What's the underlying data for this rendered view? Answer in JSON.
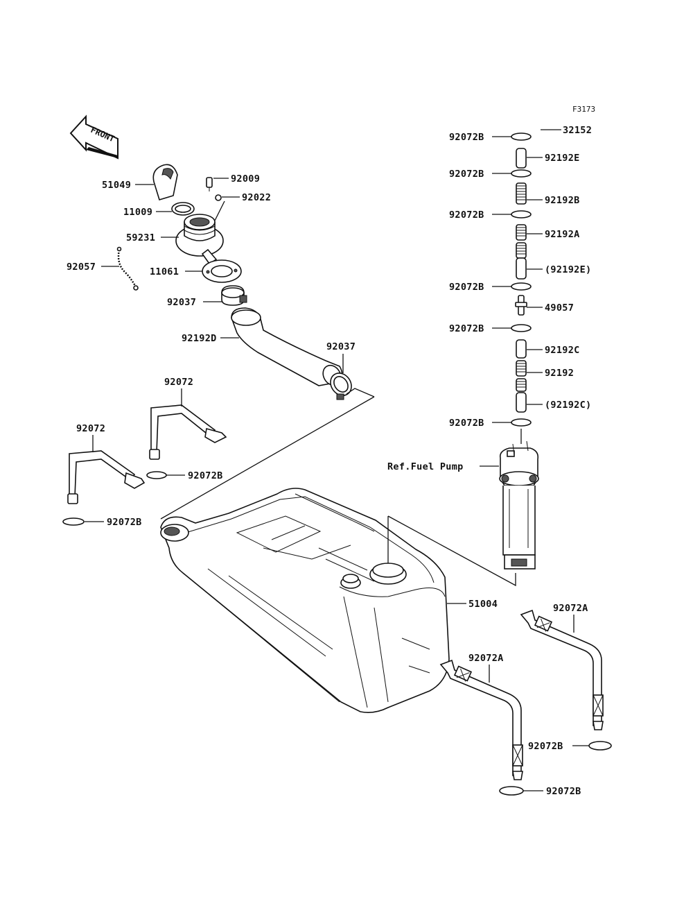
{
  "diagram": {
    "code": "F3173",
    "front_label": "FRONT",
    "labels": {
      "p32152": "32152",
      "p92072b_1": "92072B",
      "p92192e": "92192E",
      "p92072b_2": "92072B",
      "p92192b": "92192B",
      "p92072b_3": "92072B",
      "p92192a": "92192A",
      "p92192e_ref": "(92192E)",
      "p92072b_4": "92072B",
      "p49057": "49057",
      "p92072b_5": "92072B",
      "p92192c": "92192C",
      "p92192": "92192",
      "p92192c_ref": "(92192C)",
      "p92072b_6": "92072B",
      "ref_fuel_pump": "Ref.Fuel Pump",
      "p51049": "51049",
      "p92009": "92009",
      "p92022": "92022",
      "p11009": "11009",
      "p59231": "59231",
      "p92057": "92057",
      "p11061": "11061",
      "p92037_1": "92037",
      "p92192d": "92192D",
      "p92037_2": "92037",
      "p92072_1": "92072",
      "p92072_2": "92072",
      "p92072b_7": "92072B",
      "p92072b_8": "92072B",
      "p51004": "51004",
      "p92072a_1": "92072A",
      "p92072a_2": "92072A",
      "p92072b_9": "92072B",
      "p92072b_10": "92072B"
    }
  }
}
